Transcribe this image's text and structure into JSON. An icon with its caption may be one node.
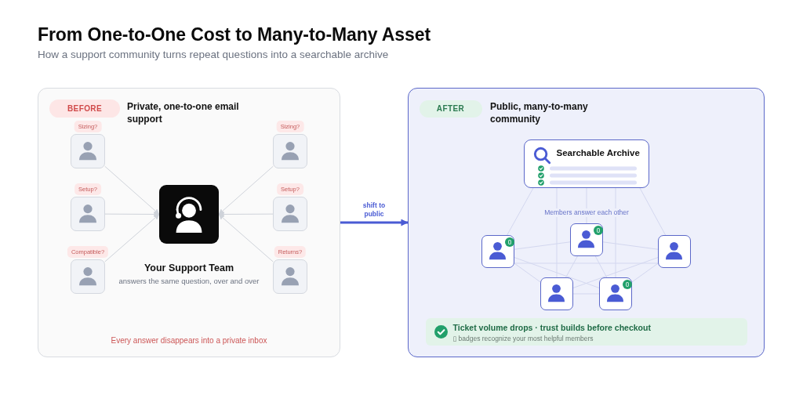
{
  "diagram": {
    "title": "From One-to-One Cost to Many-to-Many Asset",
    "nodes": [
      {
        "text": [
          "Private, one-to-one email support",
          "Every answer disappears into a private inbox"
        ]
      },
      {
        "text": [
          "BEFORE"
        ],
        "in": 0
      },
      {
        "text": [
          "Sizing?"
        ],
        "in": 0
      },
      {
        "text": [
          "Sizing?"
        ],
        "in": 0
      },
      {
        "text": [
          "Setup?"
        ],
        "in": 0
      },
      {
        "text": [
          "Your Support Team",
          "answers the same question, over and over"
        ],
        "in": 0
      },
      {
        "text": [
          "Setup?"
        ],
        "in": 0
      },
      {
        "text": [
          "Compatible?"
        ],
        "in": 0
      },
      {
        "text": [
          "Returns?"
        ],
        "in": 0
      },
      {
        "text": [
          "Public, many-to-many community"
        ]
      },
      {
        "text": [
          "AFTER"
        ],
        "in": 9
      },
      {
        "text": [
          "Searchable Archive"
        ],
        "in": 9
      },
      {
        "text": [],
        "shape": "person",
        "in": 9
      },
      {
        "text": [],
        "shape": "person",
        "in": 9
      },
      {
        "text": [],
        "shape": "person",
        "in": 9
      },
      {
        "text": [],
        "shape": "person",
        "in": 9
      },
      {
        "text": [],
        "shape": "person",
        "in": 9
      },
      {
        "text": [
          "Ticket volume drops · trust builds before checkout",
          "▯ badges recognize your most helpful members"
        ],
        "in": 9
      }
    ],
    "edges": [
      {
        "from": 2,
        "to": 5,
        "arrow": "to",
        "color": "#cfd3da"
      },
      {
        "from": 4,
        "to": 5,
        "arrow": "to",
        "color": "#cfd3da"
      },
      {
        "from": 7,
        "to": 5,
        "arrow": "to",
        "color": "#cfd3da"
      },
      {
        "from": 3,
        "to": 5,
        "arrow": "to",
        "color": "#cfd3da"
      },
      {
        "from": 6,
        "to": 5,
        "arrow": "to",
        "color": "#cfd3da"
      },
      {
        "from": 8,
        "to": 5,
        "arrow": "to",
        "color": "#cfd3da"
      },
      {
        "from": 0,
        "to": 9,
        "arrow": "to",
        "label": "shift to public",
        "style": "thick",
        "color": "#4a5bd4"
      },
      {
        "from": 11,
        "to": 12,
        "arrow": "none"
      },
      {
        "from": 11,
        "to": 13,
        "arrow": "none"
      },
      {
        "from": 11,
        "to": 14,
        "arrow": "none"
      },
      {
        "from": 11,
        "to": 15,
        "arrow": "none"
      },
      {
        "from": 11,
        "to": 16,
        "arrow": "none"
      },
      {
        "from": 12,
        "to": 13,
        "arrow": "none"
      },
      {
        "from": 12,
        "to": 14,
        "arrow": "none"
      },
      {
        "from": 12,
        "to": 15,
        "arrow": "none"
      },
      {
        "from": 12,
        "to": 16,
        "arrow": "none"
      },
      {
        "from": 13,
        "to": 14,
        "arrow": "none"
      },
      {
        "from": 13,
        "to": 15,
        "arrow": "none"
      },
      {
        "from": 13,
        "to": 16,
        "arrow": "none"
      },
      {
        "from": 14,
        "to": 15,
        "arrow": "none"
      },
      {
        "from": 14,
        "to": 16,
        "arrow": "none"
      },
      {
        "from": 15,
        "to": 16,
        "arrow": "none"
      }
    ],
    "labels": [
      "How a support community turns repeat questions into a searchable archive",
      "Members answer each other"
    ]
  }
}
